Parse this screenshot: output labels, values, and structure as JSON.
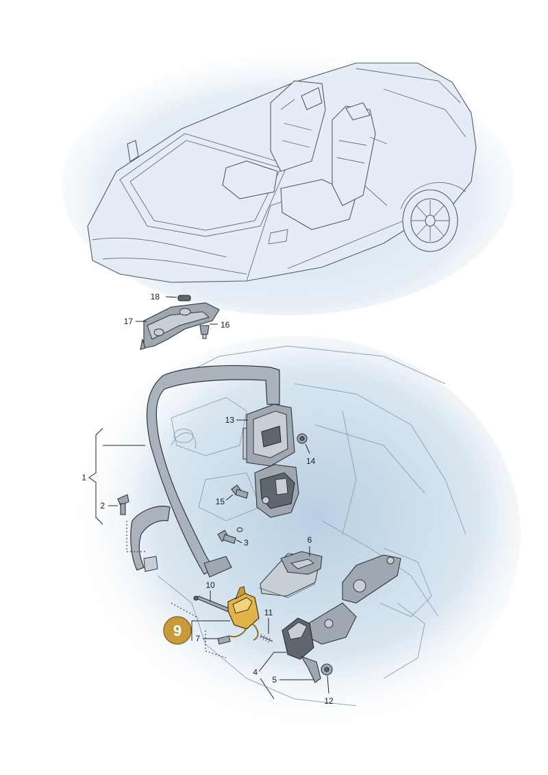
{
  "diagram": {
    "highlight_color": "#e0b44a",
    "badge_color": "#c89a3c",
    "callouts": [
      {
        "id": "c1",
        "text": "1"
      },
      {
        "id": "c2",
        "text": "2"
      },
      {
        "id": "c3",
        "text": "3"
      },
      {
        "id": "c4",
        "text": "4"
      },
      {
        "id": "c5",
        "text": "5"
      },
      {
        "id": "c6",
        "text": "6"
      },
      {
        "id": "c7",
        "text": "7"
      },
      {
        "id": "c9",
        "text": "9"
      },
      {
        "id": "c10",
        "text": "10"
      },
      {
        "id": "c11",
        "text": "11"
      },
      {
        "id": "c12",
        "text": "12"
      },
      {
        "id": "c13",
        "text": "13"
      },
      {
        "id": "c14",
        "text": "14"
      },
      {
        "id": "c15",
        "text": "15"
      },
      {
        "id": "c16",
        "text": "16"
      },
      {
        "id": "c17",
        "text": "17"
      },
      {
        "id": "c18",
        "text": "18"
      }
    ]
  }
}
